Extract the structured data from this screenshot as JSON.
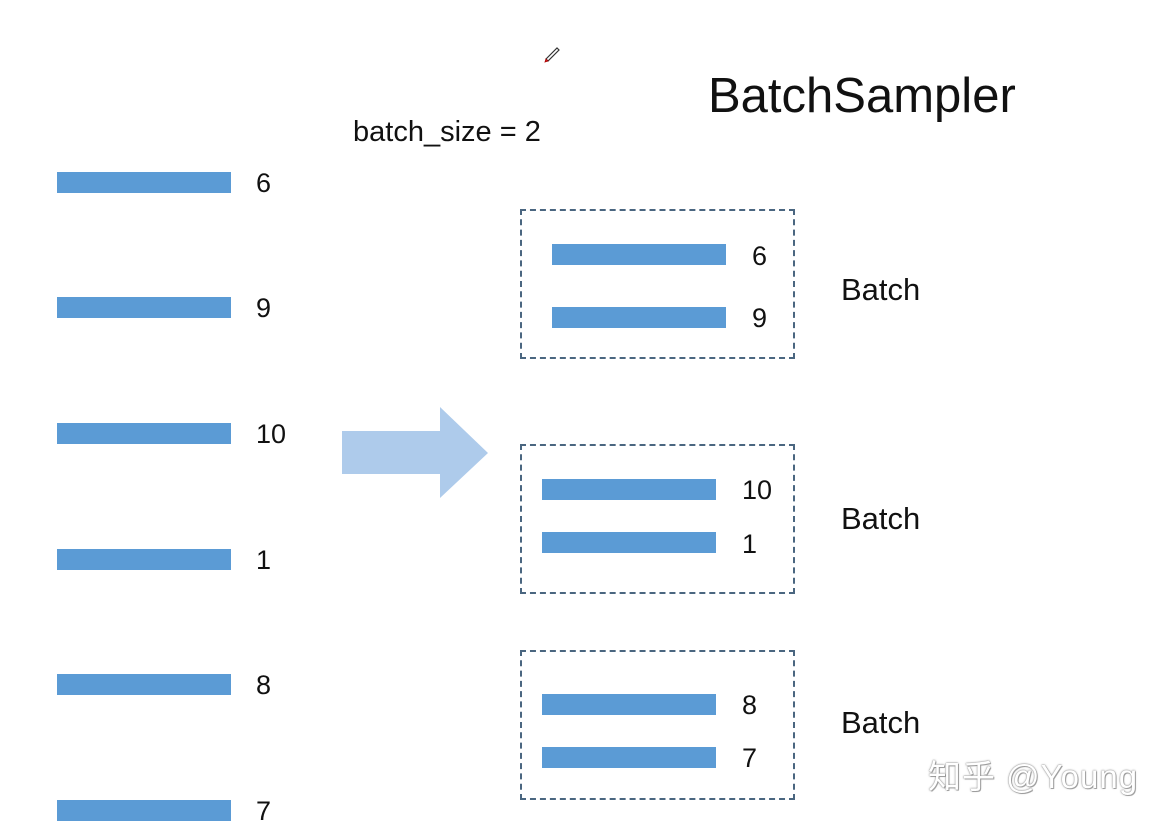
{
  "diagram": {
    "title": "BatchSampler",
    "parameter": "batch_size = 2",
    "input_indices": [
      "6",
      "9",
      "10",
      "1",
      "8",
      "7"
    ],
    "batches": [
      {
        "label": "Batch",
        "indices": [
          "6",
          "9"
        ]
      },
      {
        "label": "Batch",
        "indices": [
          "10",
          "1"
        ]
      },
      {
        "label": "Batch",
        "indices": [
          "8",
          "7"
        ]
      }
    ],
    "watermark": "知乎 @Young"
  },
  "colors": {
    "bar": "#5b9bd5",
    "arrow": "#aecbeb",
    "box_border": "#4a6680"
  },
  "icons": {
    "arrow": "right-arrow-icon",
    "cursor": "pen-cursor-icon"
  }
}
